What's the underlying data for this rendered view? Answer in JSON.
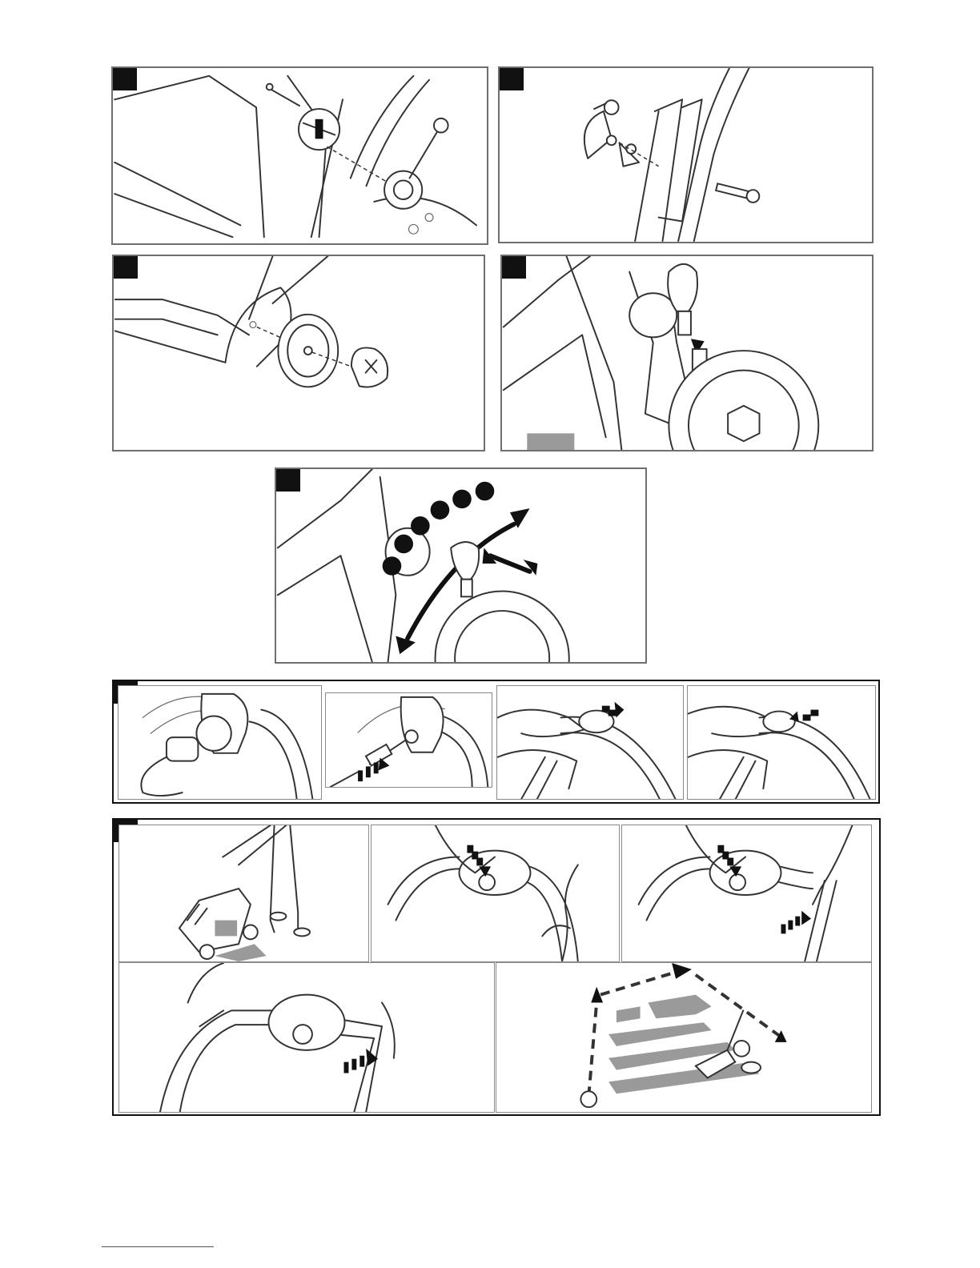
{
  "document": {
    "panels": [
      {
        "id": "p1",
        "icon": "handle-knob-assembly"
      },
      {
        "id": "p2",
        "icon": "handle-bolt-assembly"
      },
      {
        "id": "p3",
        "icon": "wheel-assembly"
      },
      {
        "id": "p4",
        "icon": "grass-box-lever"
      },
      {
        "id": "p5",
        "icon": "height-adjustment-lever"
      },
      {
        "id": "p6",
        "icon": "cable-connection"
      },
      {
        "id": "p7",
        "icon": "operation-and-mowing-pattern"
      }
    ],
    "colors": {
      "frame": "#6f6f6f",
      "ink": "#111111",
      "shade": "#9a9a9a",
      "rule": "#2b4fd6"
    }
  }
}
